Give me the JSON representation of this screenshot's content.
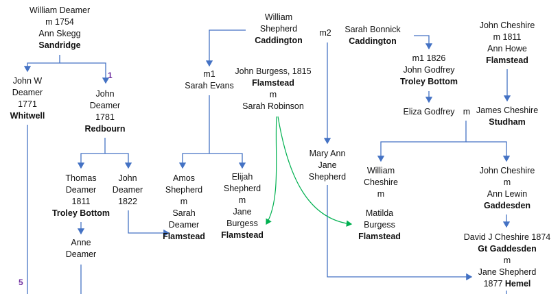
{
  "colors": {
    "line": "#4472c4",
    "link": "#00b050",
    "marker": "#7030a0"
  },
  "markers": {
    "one": "1",
    "five": "5"
  },
  "nodes": {
    "william_deamer": [
      "William Deamer",
      "m 1754",
      "Ann Skegg",
      "Sandridge"
    ],
    "william_shepherd": [
      "William",
      "Shepherd",
      "Caddington"
    ],
    "m2": "m2",
    "sarah_bonnick": [
      "Sarah Bonnick",
      "Caddington"
    ],
    "john_cheshire_1811": [
      "John Cheshire",
      "m 1811",
      "Ann Howe",
      "Flamstead"
    ],
    "john_w_deamer": [
      "John W",
      "Deamer",
      "1771",
      "Whitwell"
    ],
    "john_deamer_1781": [
      "John",
      "Deamer",
      "1781",
      "Redbourn"
    ],
    "sarah_evans": [
      "m1",
      "Sarah Evans"
    ],
    "john_burgess": [
      "John Burgess, 1815",
      "Flamstead",
      "m",
      "Sarah Robinson"
    ],
    "john_godfrey": [
      "m1 1826",
      "John Godfrey",
      "Troley Bottom"
    ],
    "eliza_godfrey": "Eliza Godfrey",
    "m_eliza": "m",
    "james_cheshire": [
      "James Cheshire",
      "Studham"
    ],
    "thomas_deamer": [
      "Thomas",
      "Deamer",
      "1811",
      "Troley Bottom"
    ],
    "john_deamer_1822": [
      "John",
      "Deamer",
      "1822"
    ],
    "amos_shepherd": [
      "Amos",
      "Shepherd",
      "m",
      "Sarah",
      "Deamer",
      "Flamstead"
    ],
    "elijah_shepherd": [
      "Elijah",
      "Shepherd",
      "m",
      "Jane",
      "Burgess",
      "Flamstead"
    ],
    "mary_ann": [
      "Mary Ann",
      "Jane",
      "Shepherd"
    ],
    "william_cheshire": [
      "William",
      "Cheshire",
      "m"
    ],
    "matilda_burgess": [
      "Matilda",
      "Burgess",
      "Flamstead"
    ],
    "john_cheshire_lewin": [
      "John Cheshire",
      "m",
      "Ann Lewin",
      "Gaddesden"
    ],
    "david_cheshire": [
      "David J Cheshire 1874",
      "Gt Gaddesden",
      "m",
      "Jane Shepherd"
    ],
    "david_cheshire_last": [
      "1877 ",
      "Hemel"
    ],
    "anne_deamer": [
      "Anne",
      "Deamer"
    ]
  }
}
